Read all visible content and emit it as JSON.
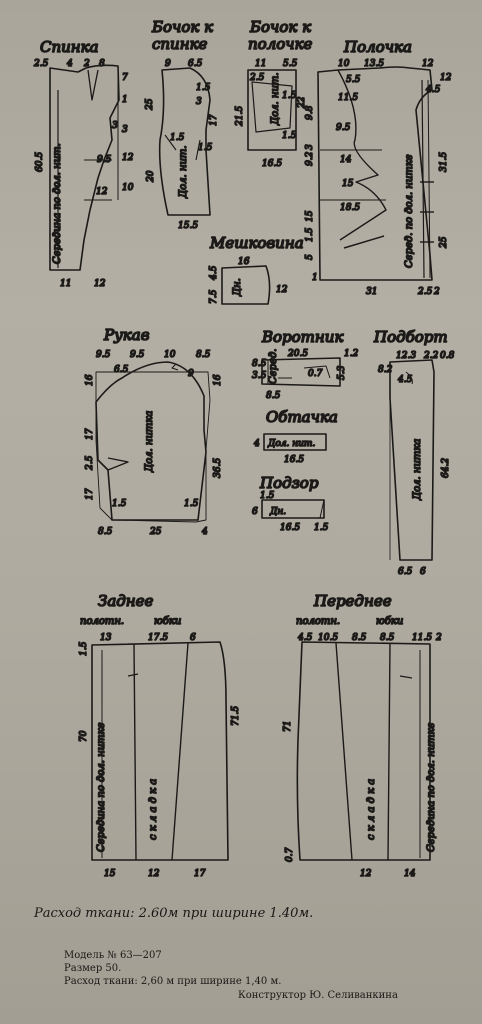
{
  "titles": {
    "back": "Спинка",
    "side_back_1": "Бочок к",
    "side_back_2": "спинке",
    "side_front_1": "Бочок к",
    "side_front_2": "полочке",
    "front": "Полочка",
    "pocket": "Мешковина",
    "sleeve": "Рукав",
    "collar": "Воротник",
    "binding": "Обтачка",
    "facing": "Подборт",
    "hem": "Подзор",
    "back_skirt_1": "Заднее",
    "back_skirt_2": "полотн.",
    "back_skirt_3": "юбки",
    "front_skirt_1": "Переднее",
    "front_skirt_2": "полотн.",
    "front_skirt_3": "юбки"
  },
  "labels": {
    "grain": "Дол. нит.",
    "grain_full": "Дол. нитка",
    "center_grain": "Середина по дол. нит.",
    "front_center": "Серед. по дол. нитке",
    "skirt_center": "Середина по дол. нитке",
    "pleat": "с к л а д к а",
    "collar_mid": "Серед.",
    "pocket_grain": "Дн."
  },
  "dims": {
    "back": [
      "2.5",
      "4",
      "2",
      "8",
      "7",
      "60.5",
      "3",
      "9.5",
      "12",
      "11",
      "12",
      "1",
      "3",
      "12",
      "10"
    ],
    "side_back": [
      "9",
      "6.5",
      "25",
      "20",
      "1.5",
      "17",
      "1.5",
      "15.5",
      "1.5",
      "3"
    ],
    "side_front": [
      "11",
      "5.5",
      "21.5",
      "2.5",
      "1.5",
      "22",
      "16.5",
      "1.5"
    ],
    "front": [
      "10",
      "13.5",
      "12",
      "5.5",
      "11.5",
      "4.5",
      "9.5",
      "9.8",
      "3",
      "9.2",
      "14",
      "15",
      "18.5",
      "15",
      "1",
      "12",
      "31.5",
      "25",
      "31",
      "2.5",
      "2",
      "5",
      "1.5"
    ],
    "pocket": [
      "16",
      "4.5",
      "7.5",
      "12"
    ],
    "sleeve": [
      "9.5",
      "9.5",
      "10",
      "8.5",
      "6.5",
      "9",
      "16",
      "16",
      "17",
      "2.5",
      "17",
      "36.5",
      "1.5",
      "1.5",
      "8.5",
      "25",
      "4"
    ],
    "collar": [
      "20.5",
      "8.5",
      "3.5",
      "5.3",
      "1.2",
      "0.7",
      "8.5"
    ],
    "binding": [
      "4",
      "16.5"
    ],
    "hem": [
      "1.5",
      "6",
      "16.5",
      "1.5"
    ],
    "facing": [
      "12.3",
      "2.2",
      "0.8",
      "8.2",
      "4.5",
      "64.2",
      "6.5",
      "6"
    ],
    "back_skirt": [
      "13",
      "17.5",
      "6",
      "1.5",
      "70",
      "71.5",
      "15",
      "12",
      "17"
    ],
    "front_skirt": [
      "4.5",
      "10.5",
      "8.5",
      "8.5",
      "11.5",
      "2",
      "71",
      "0.7",
      "12",
      "14"
    ]
  },
  "handwritten": "Расход ткани: 2.60м при ширине 1.40м.",
  "footer": {
    "model": "Модель № 63—207",
    "size": "Размер 50.",
    "fabric": "Расход ткани: 2,60 м при ширине 1,40 м.",
    "designer": "Конструктор Ю. Селиванкина"
  }
}
